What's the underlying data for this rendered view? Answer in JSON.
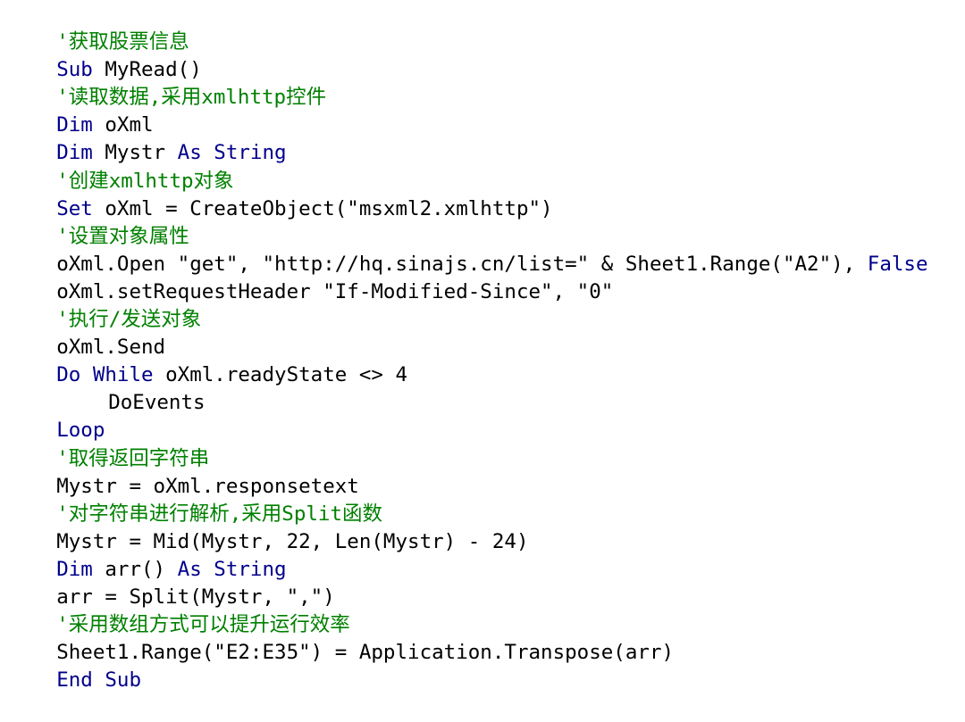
{
  "colors": {
    "keyword": "#00008b",
    "comment": "#008000",
    "text": "#000000",
    "background": "#ffffff"
  },
  "code": {
    "l1": "'获取股票信息",
    "l2_kw1": "Sub",
    "l2_rest": " MyRead()",
    "l3": "'读取数据,采用xmlhttp控件",
    "l4_kw": "Dim",
    "l4_rest": " oXml",
    "l5_kw1": "Dim",
    "l5_mid": " Mystr ",
    "l5_kw2": "As",
    "l5_sp": " ",
    "l5_kw3": "String",
    "l6": "'创建xmlhttp对象",
    "l7_kw": "Set",
    "l7_rest": " oXml = CreateObject(\"msxml2.xmlhttp\")",
    "l8": "'设置对象属性",
    "l9_text": "oXml.Open \"get\", \"http://hq.sinajs.cn/list=\" & Sheet1.Range(\"A2\"), ",
    "l9_kw": "False",
    "l10": "oXml.setRequestHeader \"If-Modified-Since\", \"0\"",
    "l11": "'执行/发送对象",
    "l12": "oXml.Send",
    "l13_kw1": "Do",
    "l13_sp": " ",
    "l13_kw2": "While",
    "l13_rest": " oXml.readyState <> 4",
    "l14": "DoEvents",
    "l15_kw": "Loop",
    "l16": "'取得返回字符串",
    "l17": "Mystr = oXml.responsetext",
    "l18": "'对字符串进行解析,采用Split函数",
    "l19": "Mystr = Mid(Mystr, 22, Len(Mystr) - 24)",
    "l20_kw1": "Dim",
    "l20_mid": " arr() ",
    "l20_kw2": "As",
    "l20_sp": " ",
    "l20_kw3": "String",
    "l21": "arr = Split(Mystr, \",\")",
    "l22": "'采用数组方式可以提升运行效率",
    "l23": "Sheet1.Range(\"E2:E35\") = Application.Transpose(arr)",
    "l24_kw1": "End",
    "l24_sp": " ",
    "l24_kw2": "Sub"
  }
}
